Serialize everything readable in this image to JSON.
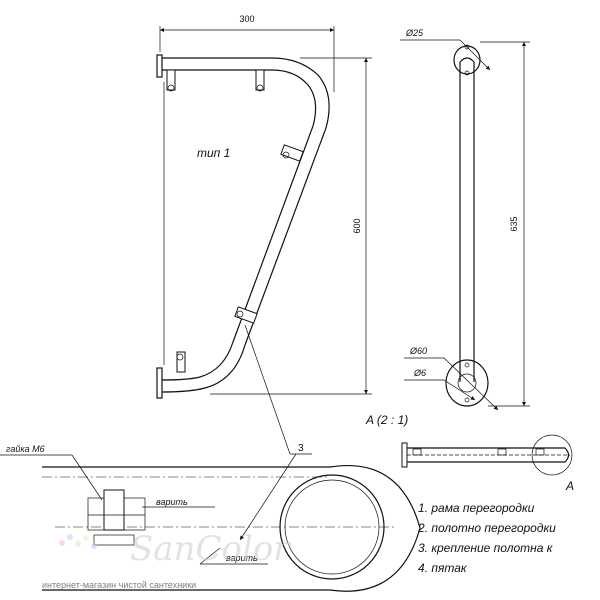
{
  "dimensions": {
    "width_top": "300",
    "height_side": "600",
    "diameter_top": "Ø25",
    "height_total": "635",
    "diameter_flange": "Ø60",
    "diameter_hole": "Ø6"
  },
  "type_label": "тип 1",
  "detail_label": "A (2 : 1)",
  "detail_marker": "A",
  "detail": {
    "nut_label": "гайка М6",
    "callout_number": "3",
    "weld_label_1": "варить",
    "weld_label_2": "варить"
  },
  "legend": [
    "1. рама перегородки",
    "2. полотно перегородки",
    "3. крепление полотна к",
    "4. пятак"
  ],
  "watermark": {
    "brand": "SanColor",
    "tagline": "интернет-магазин чистой сантехники"
  },
  "colors": {
    "line": "#111111",
    "watermark": "#cccccc"
  }
}
